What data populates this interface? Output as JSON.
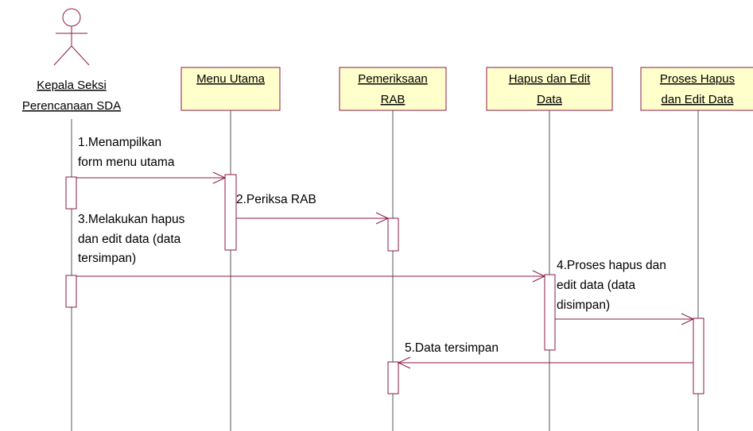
{
  "diagram": {
    "actor": {
      "label_lines": [
        "Kepala Seksi ",
        "Perencanaan SDA"
      ]
    },
    "objects": [
      {
        "id": "menu-utama",
        "label_lines": [
          "Menu Utama"
        ]
      },
      {
        "id": "pemeriksaan-rab",
        "label_lines": [
          "Pemeriksaan",
          "RAB"
        ]
      },
      {
        "id": "hapus-edit-data",
        "label_lines": [
          "Hapus dan Edit",
          "Data"
        ]
      },
      {
        "id": "proses-hapus-edit-data",
        "label_lines": [
          "Proses Hapus",
          "dan Edit Data"
        ]
      }
    ],
    "messages": [
      {
        "id": "msg-1",
        "text_lines": [
          "1.Menampilkan",
          "form menu utama"
        ]
      },
      {
        "id": "msg-2",
        "text_lines": [
          "2.Periksa RAB"
        ]
      },
      {
        "id": "msg-3",
        "text_lines": [
          "3.Melakukan hapus",
          "dan edit data (data",
          "tersimpan)"
        ]
      },
      {
        "id": "msg-4",
        "text_lines": [
          "4.Proses hapus dan",
          "edit data (data",
          "disimpan)"
        ]
      },
      {
        "id": "msg-5",
        "text_lines": [
          "5.Data tersimpan"
        ]
      }
    ],
    "colors": {
      "line": "#8b1a4a",
      "object_fill": "#ffffcc",
      "activation_fill": "#ffffff",
      "text": "#000000"
    }
  }
}
